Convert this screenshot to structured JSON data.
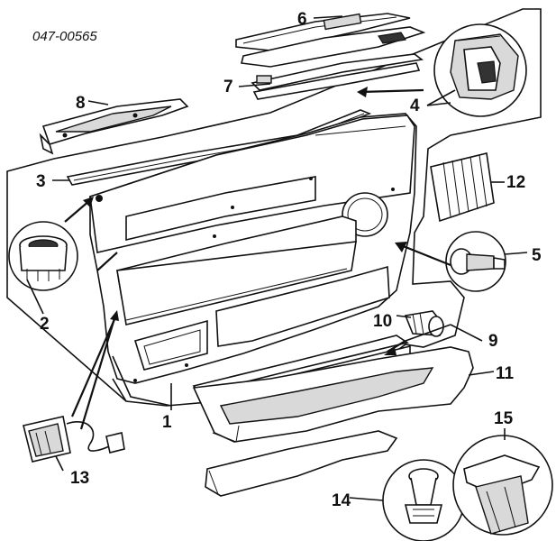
{
  "diagram": {
    "part_code": "047-00565",
    "callouts": [
      "1",
      "2",
      "3",
      "4",
      "5",
      "6",
      "7",
      "8",
      "9",
      "10",
      "11",
      "12",
      "13",
      "14",
      "15"
    ]
  }
}
